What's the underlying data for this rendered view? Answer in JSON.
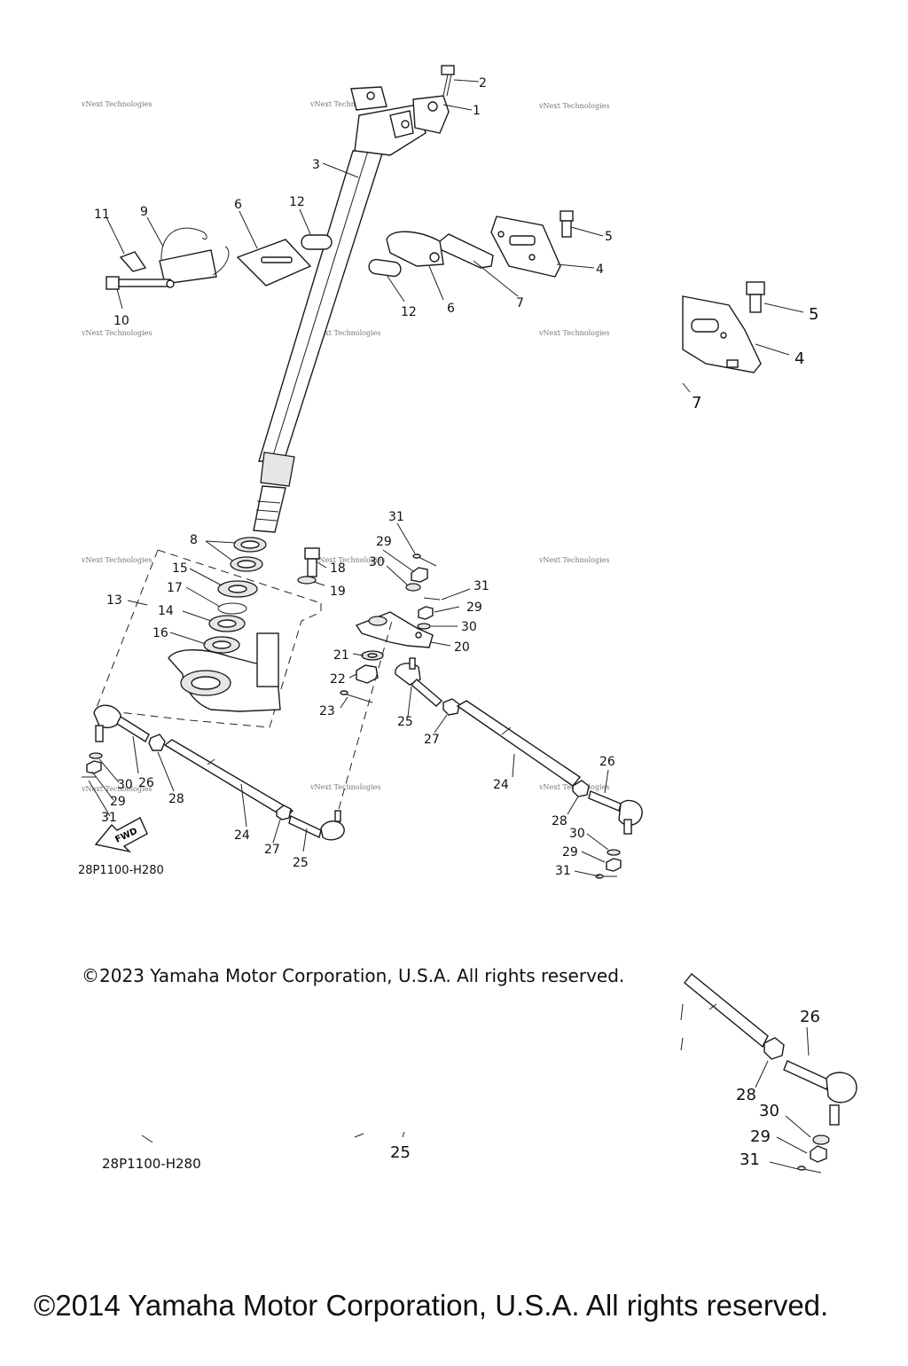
{
  "diagram_code": "28P1100-H280",
  "diagram_code_zoom": "28P1100-H280",
  "copyright_main": "©2023 Yamaha Motor Corporation, U.S.A. All rights reserved.",
  "copyright_footer": "©2014 Yamaha Motor Corporation, U.S.A. All rights reserved.",
  "watermark": "vNext Technologies",
  "fwd_label": "FWD",
  "callouts": [
    "1",
    "2",
    "3",
    "4",
    "5",
    "6",
    "6",
    "7",
    "8",
    "9",
    "10",
    "11",
    "12",
    "12",
    "13",
    "14",
    "15",
    "16",
    "17",
    "18",
    "19",
    "20",
    "21",
    "22",
    "23",
    "24",
    "24",
    "25",
    "25",
    "26",
    "26",
    "27",
    "27",
    "28",
    "28",
    "29",
    "29",
    "29",
    "30",
    "30",
    "30",
    "31",
    "31",
    "31"
  ],
  "zoom_upper_callouts": [
    "5",
    "4",
    "7"
  ],
  "zoom_lower_callouts": [
    "26",
    "28",
    "30",
    "29",
    "31",
    "25"
  ]
}
